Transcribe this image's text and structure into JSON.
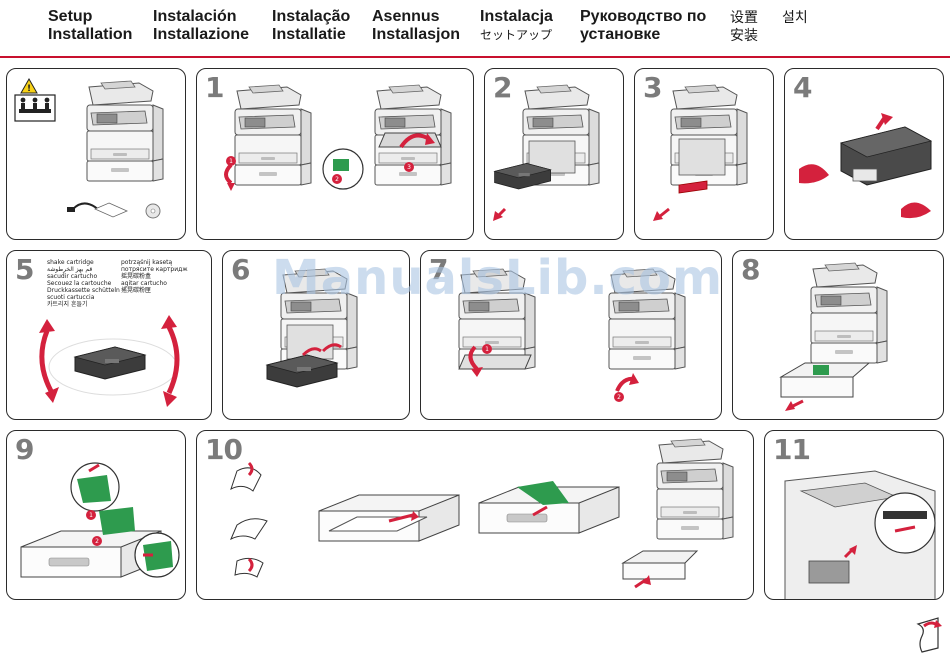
{
  "header": {
    "columns": [
      {
        "lines": [
          "Setup",
          "Installation"
        ]
      },
      {
        "lines": [
          "Instalación",
          "Installazione"
        ]
      },
      {
        "lines": [
          "Instalação",
          "Installatie"
        ]
      },
      {
        "lines": [
          "Asennus",
          "Installasjon"
        ]
      },
      {
        "lines": [
          "Instalacja",
          "セットアップ"
        ]
      },
      {
        "lines": [
          "Руководство по",
          "установке"
        ]
      },
      {
        "lines": [
          "设置",
          "安装"
        ]
      },
      {
        "lines": [
          "설치",
          ""
        ]
      }
    ]
  },
  "steps": {
    "s1": "1",
    "s2": "2",
    "s3": "3",
    "s4": "4",
    "s5": "5",
    "s6": "6",
    "s7": "7",
    "s8": "8",
    "s9": "9",
    "s10": "10",
    "s11": "11"
  },
  "shake_text": {
    "col1": [
      "shake cartridge",
      "قم بهز الخرطوشة",
      "sacudir cartucho",
      "Secouez la cartouche",
      "Druckkassette schütteln",
      "scuoti cartuccia",
      "카트리지 흔들기"
    ],
    "col2": [
      "potrząśnij kasetą",
      "потрясите картридж",
      "摇晃碳粉盒",
      "agitar cartucho",
      "搖晃碳粉匣"
    ]
  },
  "watermark": "ManualsLib.com",
  "colors": {
    "accent": "#c8102e",
    "callout": "#2e9b4e",
    "arrow": "#d4213d",
    "frame": "#2b2b2b"
  }
}
